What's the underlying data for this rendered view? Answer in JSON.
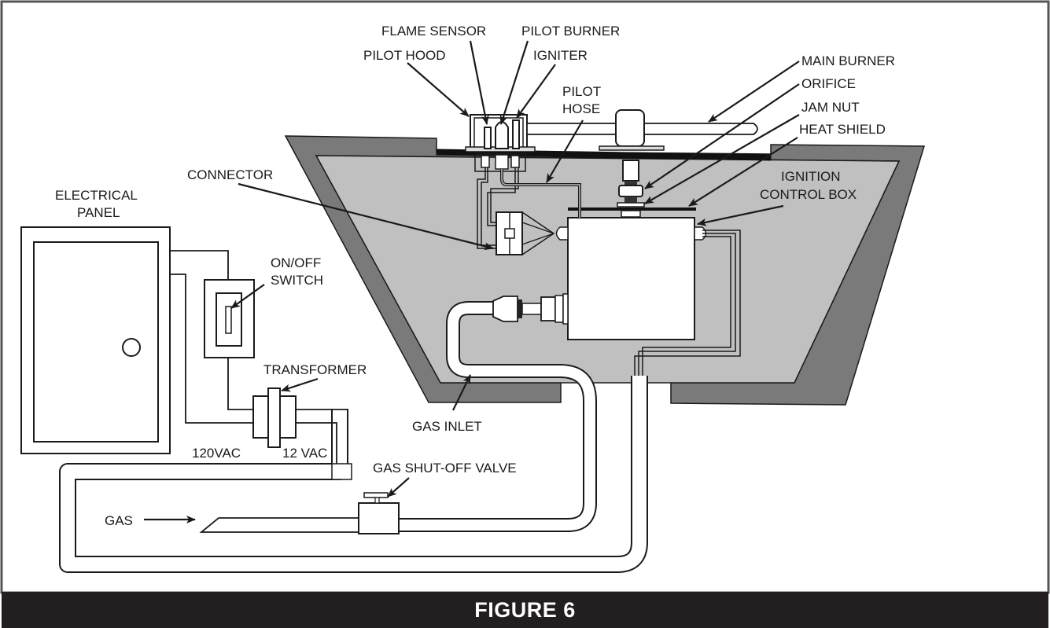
{
  "figure": {
    "caption": "FIGURE 6",
    "colors": {
      "background": "#ffffff",
      "line": "#1a1a1a",
      "fire_pit_shell": "#7a7a7a",
      "fire_pit_interior": "#c0c0c0",
      "caption_bar": "#231f20",
      "caption_text": "#ffffff"
    }
  },
  "labels": {
    "flame_sensor": "FLAME SENSOR",
    "pilot_burner": "PILOT BURNER",
    "pilot_hood": "PILOT HOOD",
    "igniter": "IGNITER",
    "pilot_hose_line1": "PILOT",
    "pilot_hose_line2": "HOSE",
    "main_burner": "MAIN BURNER",
    "orifice": "ORIFICE",
    "jam_nut": "JAM NUT",
    "heat_shield": "HEAT SHIELD",
    "ignition_control_box_line1": "IGNITION",
    "ignition_control_box_line2": "CONTROL BOX",
    "connector": "CONNECTOR",
    "electrical_panel_line1": "ELECTRICAL",
    "electrical_panel_line2": "PANEL",
    "on_off_switch_line1": "ON/OFF",
    "on_off_switch_line2": "SWITCH",
    "transformer": "TRANSFORMER",
    "voltage_primary": "120VAC",
    "voltage_secondary": "12 VAC",
    "gas_inlet": "GAS INLET",
    "gas_shutoff_valve": "GAS SHUT-OFF VALVE",
    "gas": "GAS"
  }
}
